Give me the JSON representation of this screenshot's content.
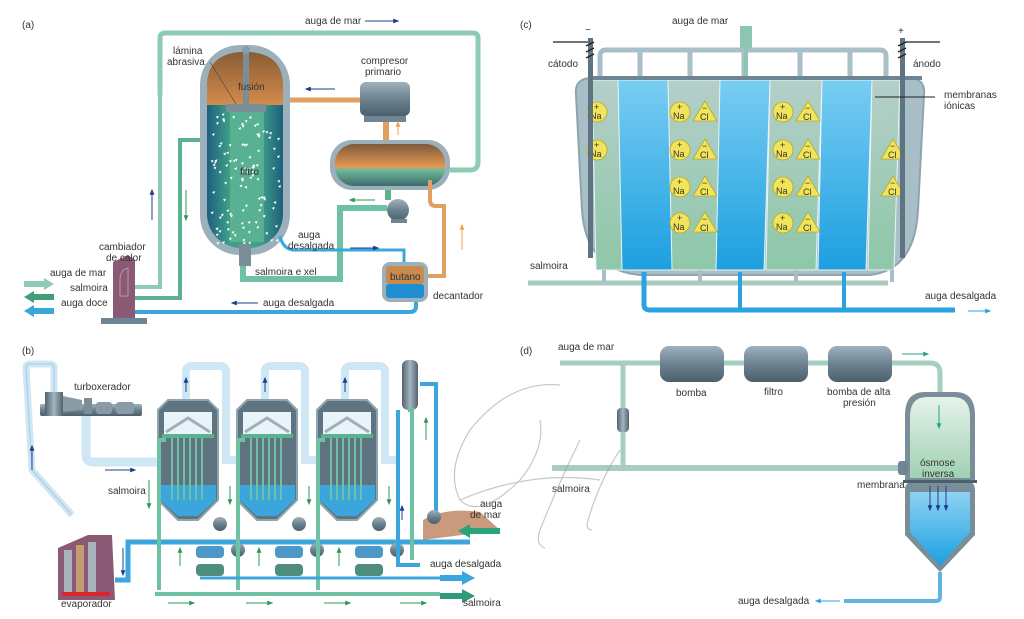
{
  "figure": {
    "description": "Desalination methods: freezing, multi-stage distillation, electrodialysis, reverse osmosis",
    "colors": {
      "seawater_pipe": "#8cc7b4",
      "brine_pipe": "#5bb28f",
      "fresh_water_pipe": "#3aa6dc",
      "vapor_pipe": "#cfe6f4",
      "butane_pipe": "#e0a062",
      "equipment_grey": "#6f8594",
      "ion_yellow": "#f1e45a",
      "membrane_blue": "#45b0e6",
      "brine_cell_green": "#9ccbb1",
      "evaporator_purple": "#8a5a74",
      "arrow_navy": "#1d3c8c"
    }
  },
  "panel_a": {
    "label": "(a)",
    "labels": {
      "top_seawater": "auga de mar",
      "blade": "lámina\nabrasiva",
      "fusion": "fusión",
      "compressor": "compresor\nprimario",
      "filter": "filtro",
      "desalted_mid": "auga\ndesalgada",
      "brine_ice": "salmoira e xel",
      "butane": "butano",
      "decanter": "decantador",
      "heat_exchanger": "cambiador\nde calor",
      "in_seawater": "auga de mar",
      "in_brine": "salmoira",
      "in_fresh": "auga doce",
      "desalted_bottom": "auga desalgada"
    }
  },
  "panel_b": {
    "label": "(b)",
    "labels": {
      "turbo": "turboxerador",
      "brine_left": "salmoira",
      "evaporator": "evaporador",
      "seawater": "auga\nde mar",
      "desalted_out": "auga desalgada",
      "brine_out": "salmoira"
    },
    "stages": 3
  },
  "panel_c": {
    "label": "(c)",
    "labels": {
      "seawater": "auga de mar",
      "cathode": "cátodo",
      "anode": "ánodo",
      "cathode_sign": "−",
      "anode_sign": "+",
      "membranes": "membranas\niónicas",
      "brine": "salmoira",
      "desalted": "auga desalgada"
    },
    "ions": {
      "sodium": "Na",
      "chloride": "Cl",
      "plus": "+",
      "minus": "−"
    },
    "columns": [
      {
        "type": "cathode_cell",
        "ions": [
          "Na",
          "Na"
        ]
      },
      {
        "type": "desalted_cell",
        "ions": []
      },
      {
        "type": "brine_cell",
        "ions": [
          "NaCl",
          "NaCl",
          "NaCl",
          "NaCl"
        ]
      },
      {
        "type": "desalted_cell",
        "ions": []
      },
      {
        "type": "brine_cell",
        "ions": [
          "NaCl",
          "NaCl",
          "NaCl",
          "NaCl"
        ]
      },
      {
        "type": "desalted_cell",
        "ions": []
      },
      {
        "type": "anode_cell",
        "ions": [
          "Cl",
          "Cl"
        ]
      }
    ]
  },
  "panel_d": {
    "label": "(d)",
    "labels": {
      "seawater": "auga de mar",
      "pump": "bomba",
      "filter": "filtro",
      "hp_pump": "bomba de alta\npresión",
      "ro": "ósmose\ninversa",
      "membrane": "membrana",
      "brine": "salmoira",
      "desalted": "auga desalgada"
    }
  }
}
